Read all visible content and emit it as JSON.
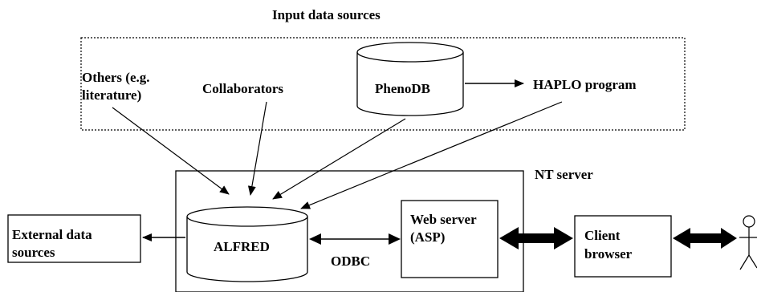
{
  "title": "Input data sources",
  "sources": {
    "others_line1": "Others (e.g.",
    "others_line2": "literature)",
    "collaborators": "Collaborators",
    "phenodb": "PhenoDB",
    "haplo": "HAPLO program"
  },
  "server": {
    "label": "NT server",
    "alfred": "ALFRED",
    "odbc": "ODBC",
    "web_line1": "Web server",
    "web_line2": "(ASP)"
  },
  "external": {
    "line1": "External data",
    "line2": "sources"
  },
  "client": {
    "line1": "Client",
    "line2": "browser"
  },
  "colors": {
    "stroke": "#000000",
    "background": "#ffffff"
  }
}
